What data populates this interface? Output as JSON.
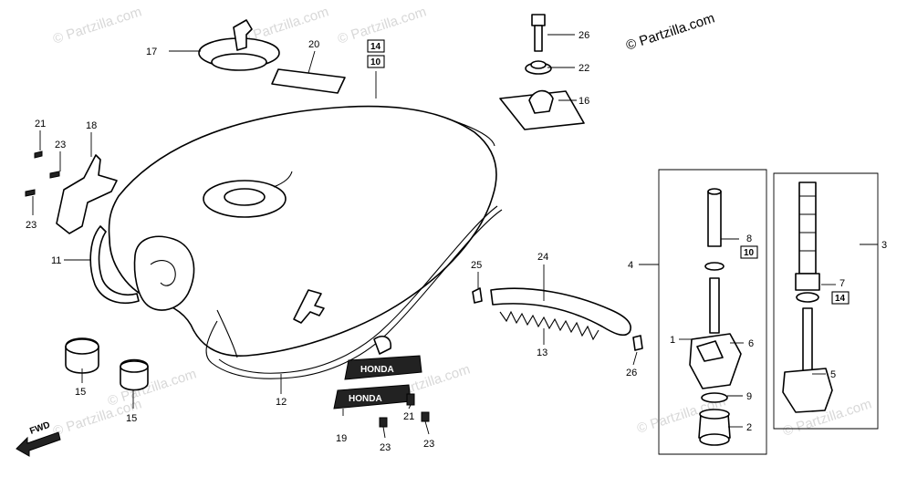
{
  "copyright": "© Partzilla.com",
  "watermark": "© Partzilla.com",
  "fwd_label": "FWD",
  "decal_text": "HONDA",
  "callouts": [
    "17",
    "20",
    "14",
    "10",
    "26",
    "22",
    "16",
    "21",
    "18",
    "23",
    "23",
    "11",
    "25",
    "24",
    "8",
    "10",
    "4",
    "3",
    "7",
    "14",
    "1",
    "6",
    "13",
    "26",
    "5",
    "9",
    "12",
    "2",
    "15",
    "15",
    "21",
    "19",
    "23",
    "23"
  ]
}
